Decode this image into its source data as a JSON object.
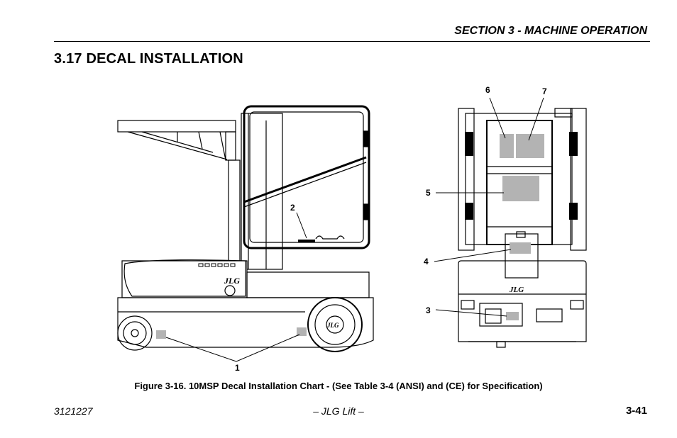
{
  "header": {
    "section": "SECTION 3 - MACHINE OPERATION"
  },
  "page_title": "3.17 DECAL INSTALLATION",
  "figure": {
    "callouts": {
      "c1": "1",
      "c2": "2",
      "c3": "3",
      "c4": "4",
      "c5": "5",
      "c6": "6",
      "c7": "7"
    },
    "caption": "Figure 3-16. 10MSP Decal Installation Chart - (See Table 3-4 (ANSI) and (CE) for Specification)"
  },
  "footer": {
    "doc_number": "3121227",
    "center": "– JLG Lift –",
    "page_number": "3-41"
  }
}
